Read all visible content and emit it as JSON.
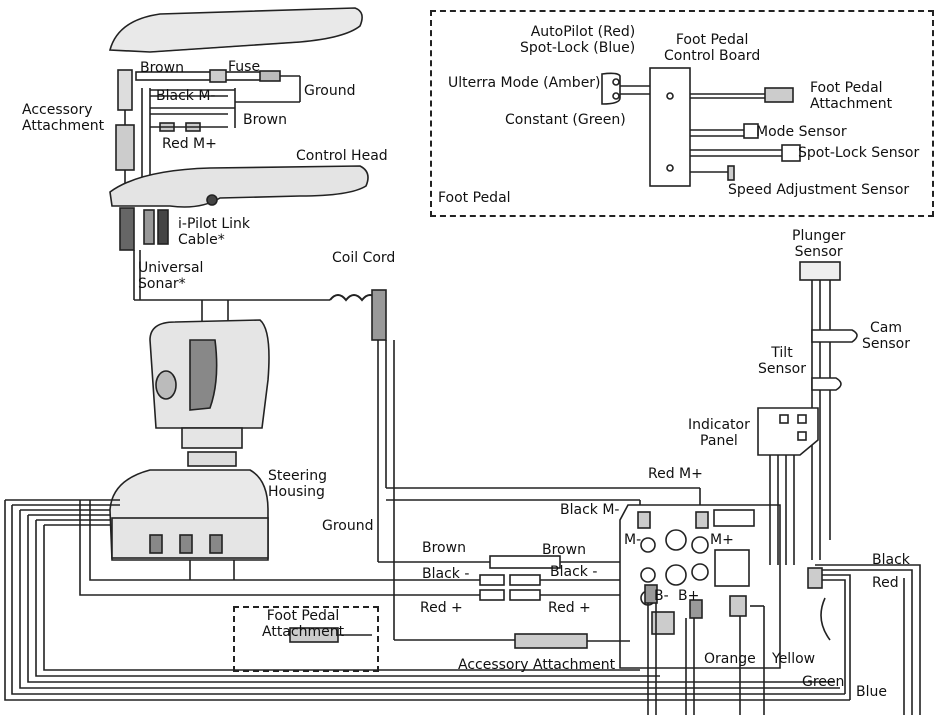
{
  "labels": {
    "brown_top": "Brown",
    "fuse": "Fuse",
    "black_m_top": "Black M-",
    "ground_top": "Ground",
    "accessory_attachment_top": "Accessory\nAttachment",
    "brown_mid": "Brown",
    "red_m_top": "Red M+",
    "control_head": "Control Head",
    "ipilot_link": "i-Pilot Link\nCable*",
    "universal_sonar": "Universal\nSonar*",
    "coil_cord": "Coil Cord",
    "steering_housing": "Steering\nHousing",
    "ground_mid": "Ground",
    "autopilot": "AutoPilot (Red)\nSpot-Lock (Blue)",
    "ulterra_mode": "Ulterra Mode (Amber)",
    "constant": "Constant (Green)",
    "foot_pedal_control_board": "Foot Pedal\nControl Board",
    "foot_pedal_attachment_right": "Foot Pedal\nAttachment",
    "mode_sensor": "Mode Sensor",
    "spot_lock_sensor": "Spot-Lock Sensor",
    "speed_adjustment_sensor": "Speed Adjustment Sensor",
    "foot_pedal_box": "Foot Pedal",
    "plunger_sensor": "Plunger\nSensor",
    "cam_sensor": "Cam\nSensor",
    "tilt_sensor": "Tilt\nSensor",
    "indicator_panel": "Indicator\nPanel",
    "red_m_board": "Red M+",
    "black_m_board": "Black M-",
    "m_minus": "M-",
    "m_plus": "M+",
    "b_minus": "B-",
    "b_plus": "B+",
    "brown_left": "Brown",
    "brown_right": "Brown",
    "black_minus_left": "Black -",
    "black_minus_right": "Black -",
    "red_plus_left": "Red +",
    "red_plus_right": "Red +",
    "foot_pedal_attachment_bottom": "Foot Pedal\nAttachment",
    "accessory_attachment_bottom": "Accessory Attachment",
    "orange": "Orange",
    "yellow": "Yellow",
    "black_right": "Black",
    "red_right": "Red",
    "green": "Green",
    "blue": "Blue"
  }
}
